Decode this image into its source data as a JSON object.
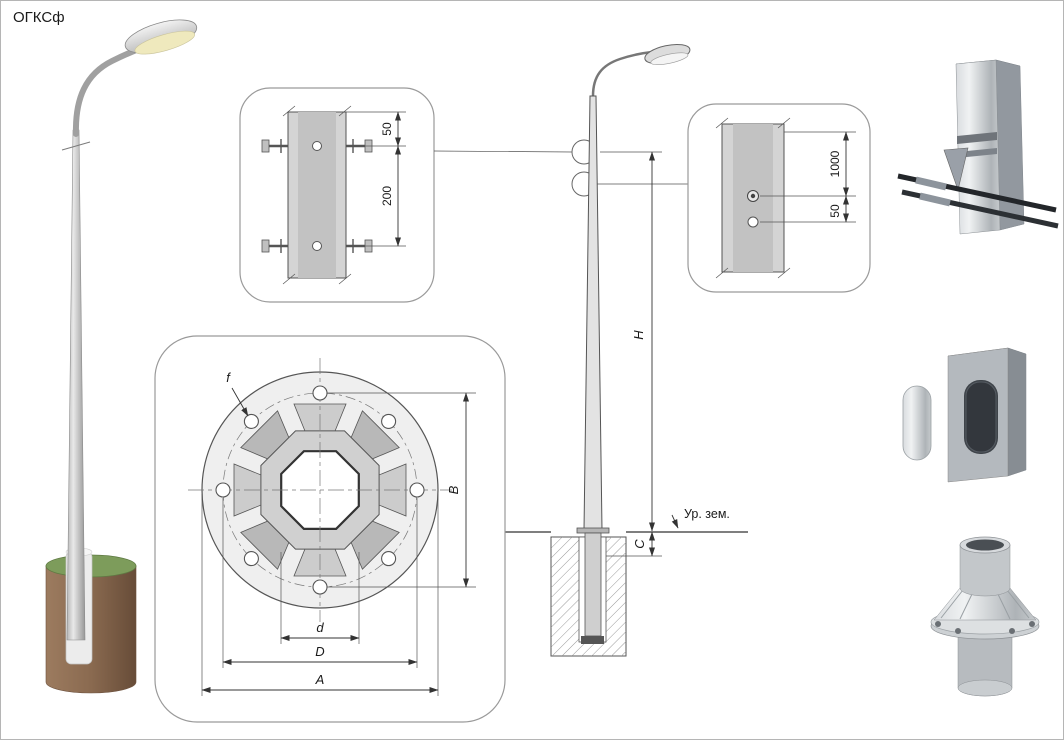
{
  "title": "ОГКСф",
  "detail_top_bolts": {
    "dim_top": "50",
    "dim_bottom": "200"
  },
  "detail_side_holes": {
    "dim_top": "1000",
    "dim_bottom": "50"
  },
  "flange_plan": {
    "hole_label": "f",
    "dim_vertical": "B",
    "dim_inner": "d",
    "dim_bolt_circle": "D",
    "dim_outer": "A"
  },
  "elevation": {
    "height_label": "H",
    "embed_label": "C",
    "ground_label": "Ур. зем."
  }
}
